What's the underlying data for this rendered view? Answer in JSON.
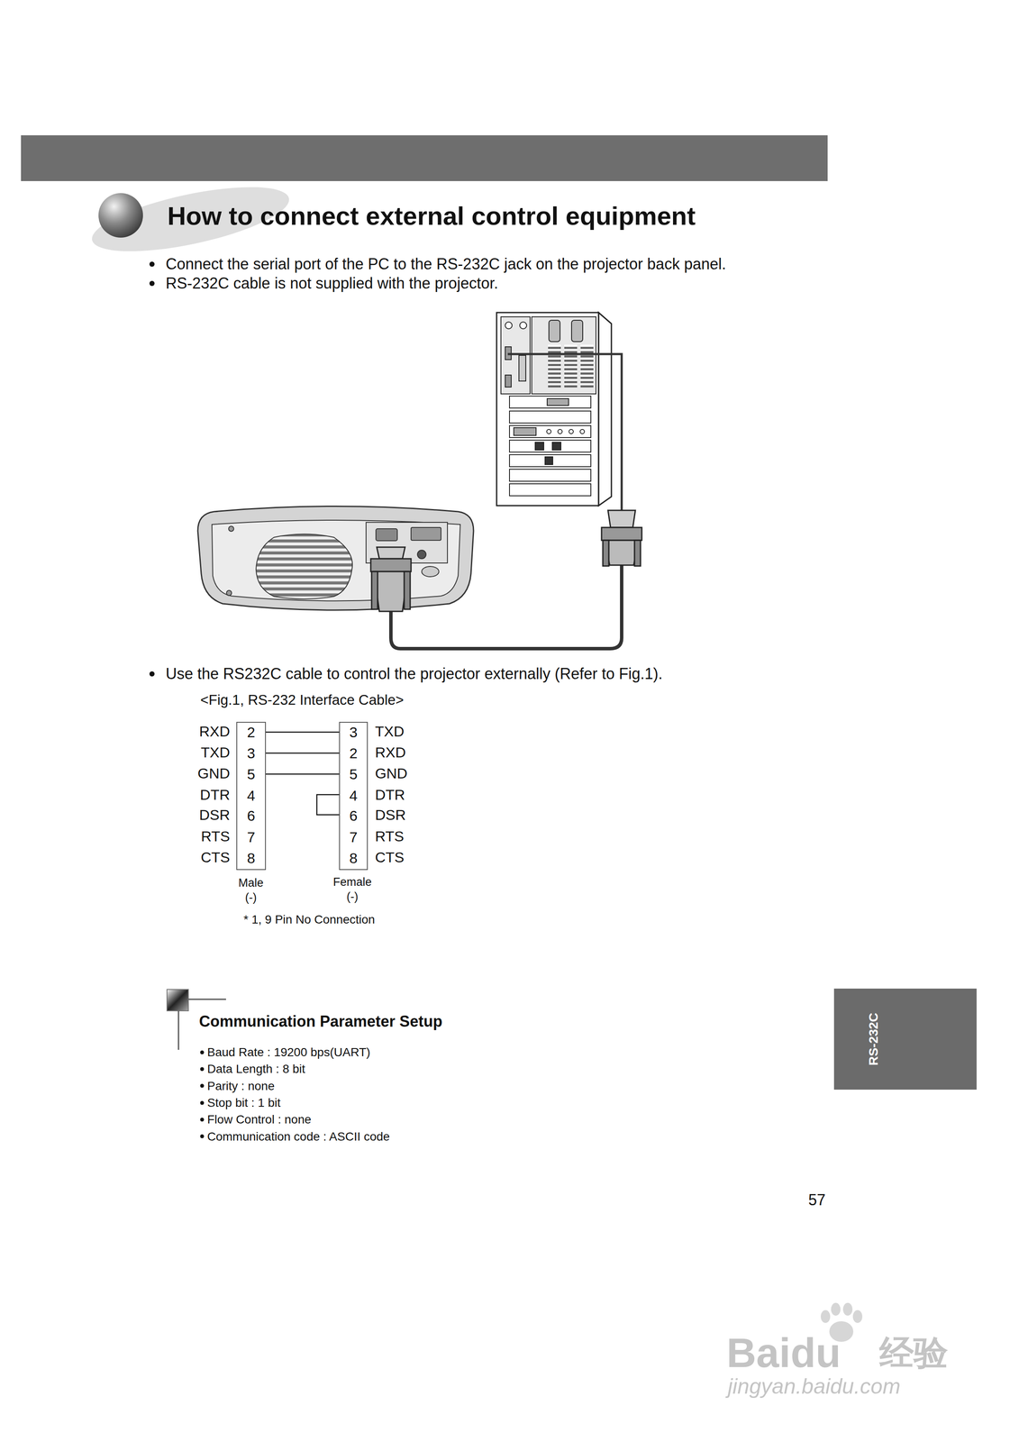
{
  "diagram": {
    "title": "How to connect external control equipment",
    "caption": "<Fig.1, RS-232 Interface Cable>",
    "nodes": [
      {
        "text": [
          "2",
          "3",
          "5",
          "4",
          "6",
          "7",
          "8"
        ]
      },
      {
        "text": [
          "3",
          "2",
          "5",
          "4",
          "6",
          "7",
          "8"
        ]
      },
      {
        "text": [
          "RS-232C"
        ]
      }
    ],
    "edges": [
      {
        "from": 0,
        "to": 1,
        "arrow": "none"
      },
      {
        "from": 0,
        "to": 1,
        "arrow": "none"
      },
      {
        "from": 0,
        "to": 1,
        "arrow": "none"
      }
    ],
    "labels": [
      "Connect the serial port of the PC to the RS-232C jack on the projector back panel.",
      "RS-232C cable is not supplied with the projector.",
      "Use the RS232C cable to control the projector externally (Refer to Fig.1).",
      "RXD",
      "TXD",
      "GND",
      "DTR",
      "DSR",
      "RTS",
      "CTS",
      "TXD",
      "RXD",
      "GND",
      "DTR",
      "DSR",
      "RTS",
      "CTS",
      "Male",
      "(-)",
      "Female",
      "(-)",
      "* 1, 9 Pin No Connection",
      "Communication Parameter Setup",
      "Baud Rate : 19200 bps(UART)",
      "Data Length : 8 bit",
      "Parity : none",
      "Stop bit : 1 bit",
      "Flow Control : none",
      "Communication code : ASCII code",
      "57",
      "Baidu",
      "经验",
      "jingyan.baidu.com"
    ]
  }
}
